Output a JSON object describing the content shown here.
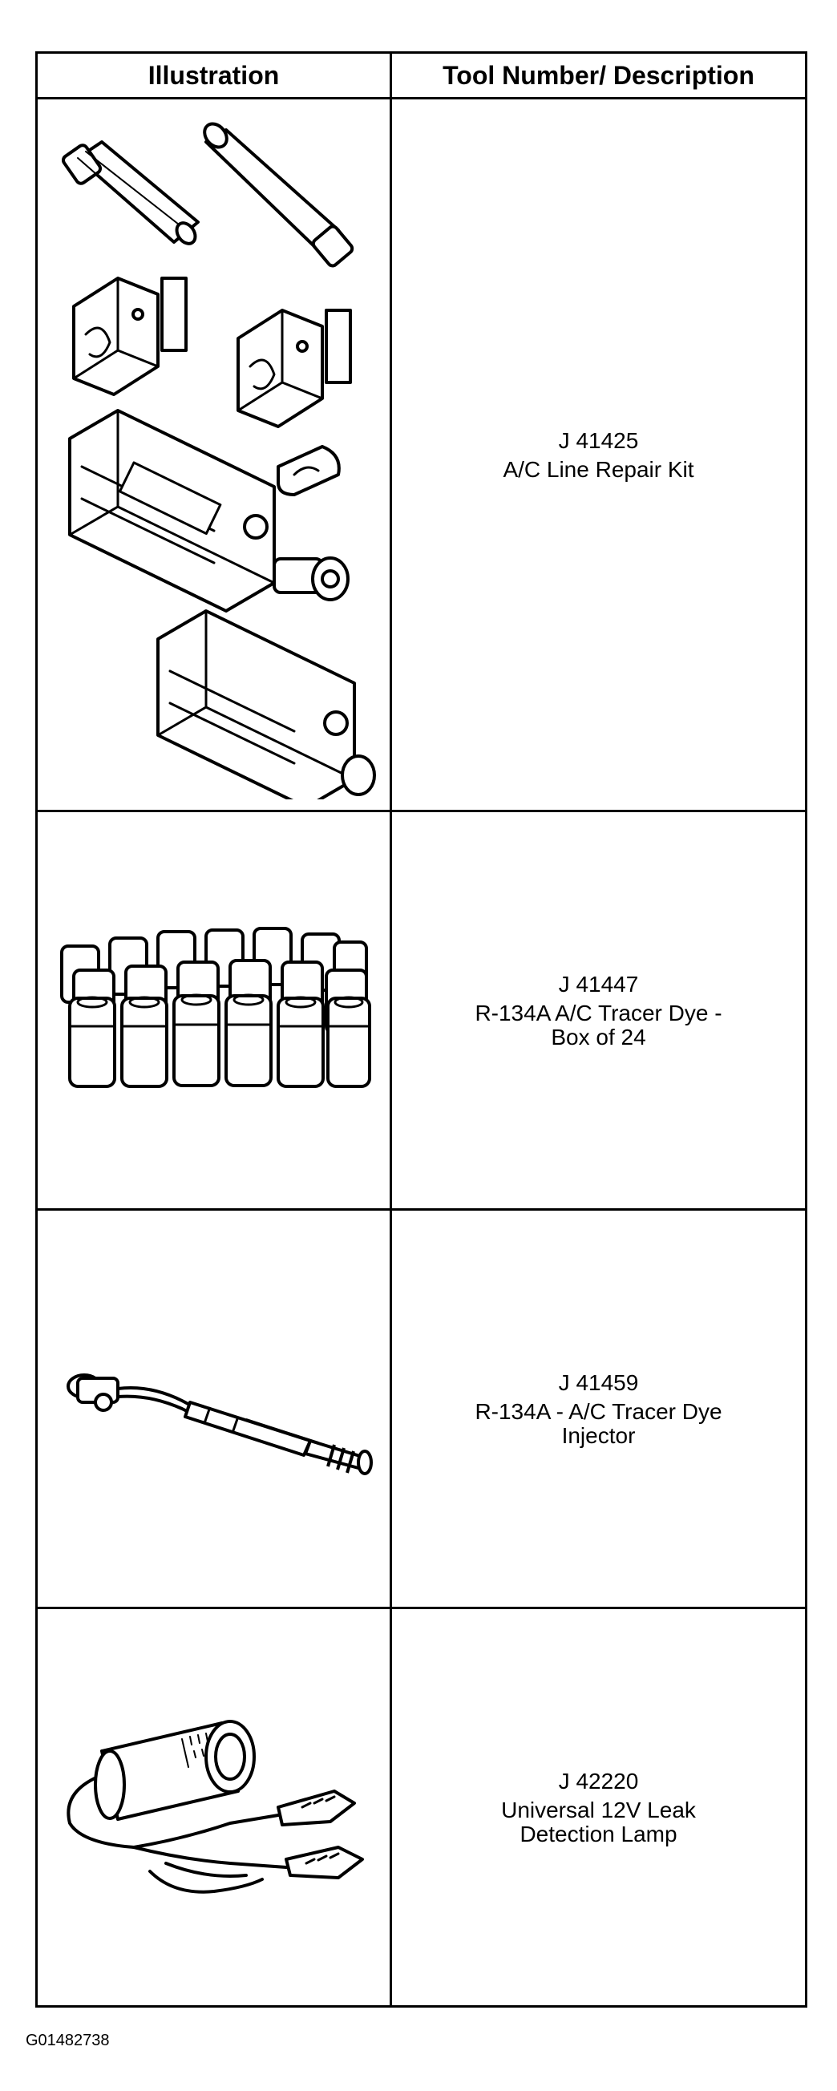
{
  "table": {
    "headers": {
      "illustration": "Illustration",
      "tool": "Tool Number/ Description"
    },
    "rows": [
      {
        "tool_number": "J 41425",
        "description": "A/C Line Repair Kit",
        "illustration_icon": "line-repair-kit-icon"
      },
      {
        "tool_number": "J 41447",
        "description": "R-134A A/C Tracer Dye -\nBox of 24",
        "illustration_icon": "tracer-dye-bottles-icon"
      },
      {
        "tool_number": "J 41459",
        "description": "R-134A - A/C Tracer Dye\nInjector",
        "illustration_icon": "dye-injector-icon"
      },
      {
        "tool_number": "J 42220",
        "description": "Universal 12V Leak\nDetection Lamp",
        "illustration_icon": "leak-detection-lamp-icon"
      }
    ]
  },
  "figure_id": "G01482738"
}
